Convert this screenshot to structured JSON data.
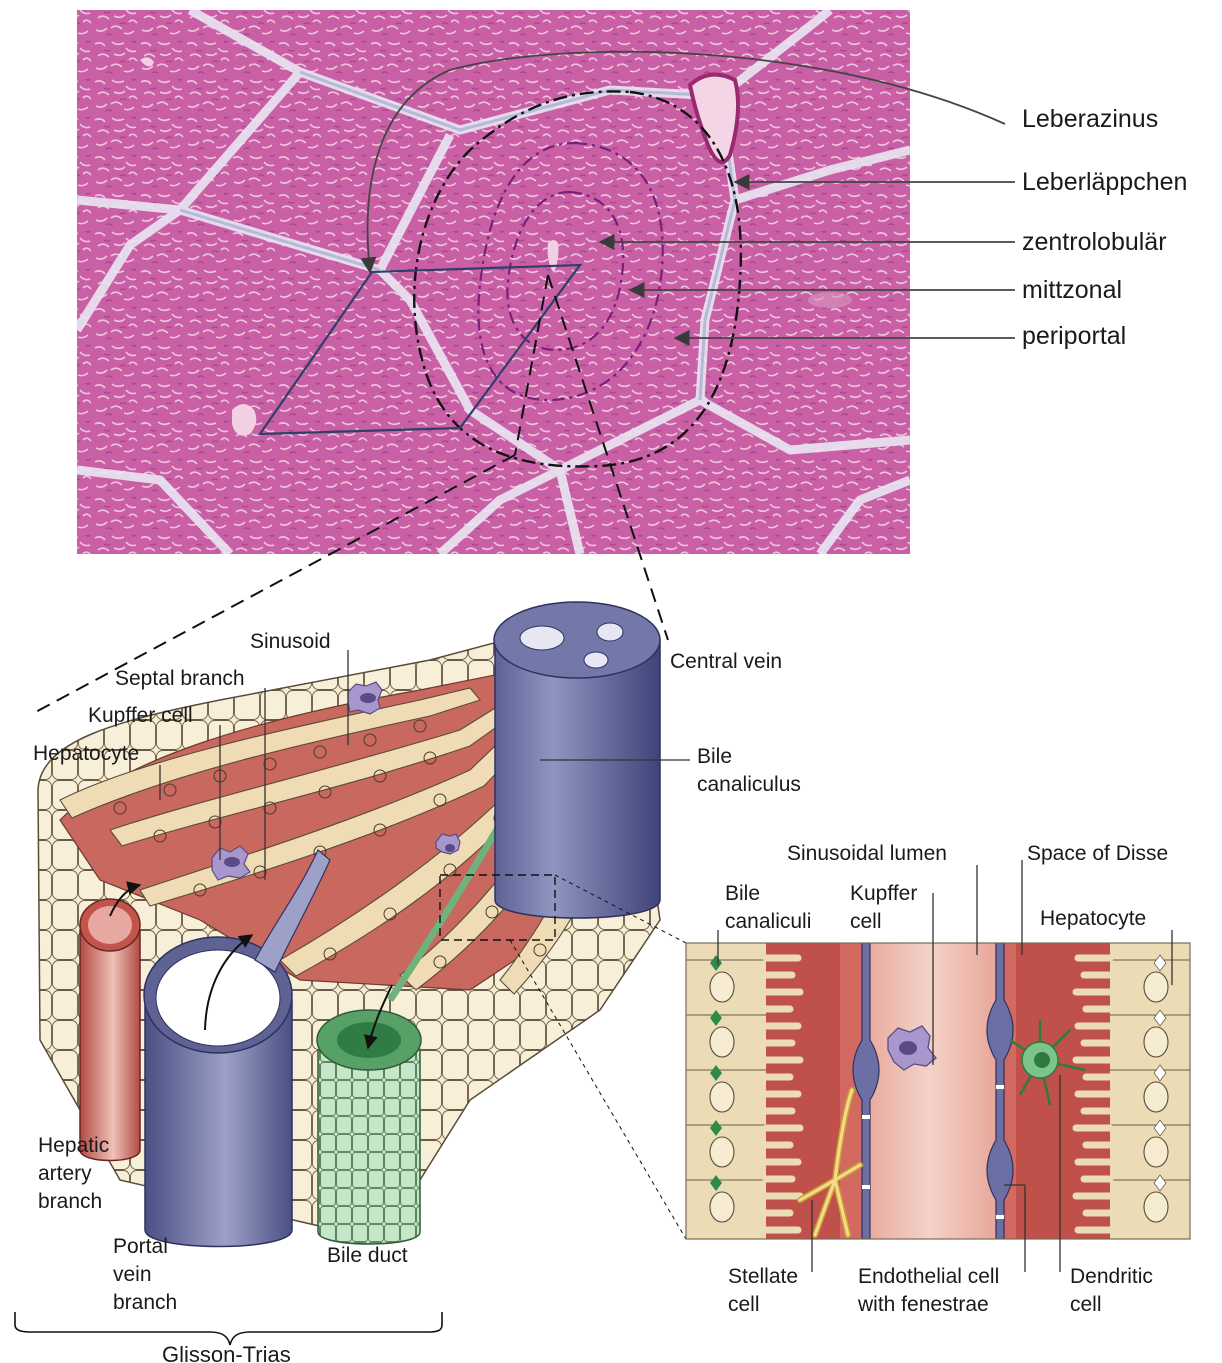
{
  "top_labels": {
    "acinus": "Leberazinus",
    "lobule": "Leberläppchen",
    "centrilobular": "zentrolobulär",
    "midzonal": "mittzonal",
    "periportal": "periportal"
  },
  "lobule_labels": {
    "sinusoid": "Sinusoid",
    "septal_branch": "Septal branch",
    "kupffer_cell": "Kupffer cell",
    "hepatocyte": "Hepatocyte",
    "central_vein": "Central vein",
    "bile_canaliculus_1": "Bile",
    "bile_canaliculus_2": "canaliculus",
    "hepatic_artery_1": "Hepatic",
    "hepatic_artery_2": "artery",
    "hepatic_artery_3": "branch",
    "portal_vein_1": "Portal",
    "portal_vein_2": "vein",
    "portal_vein_3": "branch",
    "bile_duct": "Bile duct",
    "glisson": "Glisson-Trias"
  },
  "inset_labels": {
    "sinusoidal_lumen": "Sinusoidal lumen",
    "space_of_disse": "Space of Disse",
    "bile_canaliculi_1": "Bile",
    "bile_canaliculi_2": "canaliculi",
    "kupffer_1": "Kupffer",
    "kupffer_2": "cell",
    "hepatocyte": "Hepatocyte",
    "stellate_1": "Stellate",
    "stellate_2": "cell",
    "endothelial_1": "Endothelial cell",
    "endothelial_2": "with fenestrae",
    "dendritic_1": "Dendritic",
    "dendritic_2": "cell"
  },
  "colors": {
    "tissue_pink": "#c85fa3",
    "septa": "#e6e2f0",
    "zone_purple": "#7a1f7a",
    "hepatocyte_tan": "#ecdcb8",
    "sinusoid_red": "#c9625a",
    "vein_blue": "#5f6394",
    "bile_green": "#5fa470",
    "kupffer_purple": "#9a86c0"
  }
}
